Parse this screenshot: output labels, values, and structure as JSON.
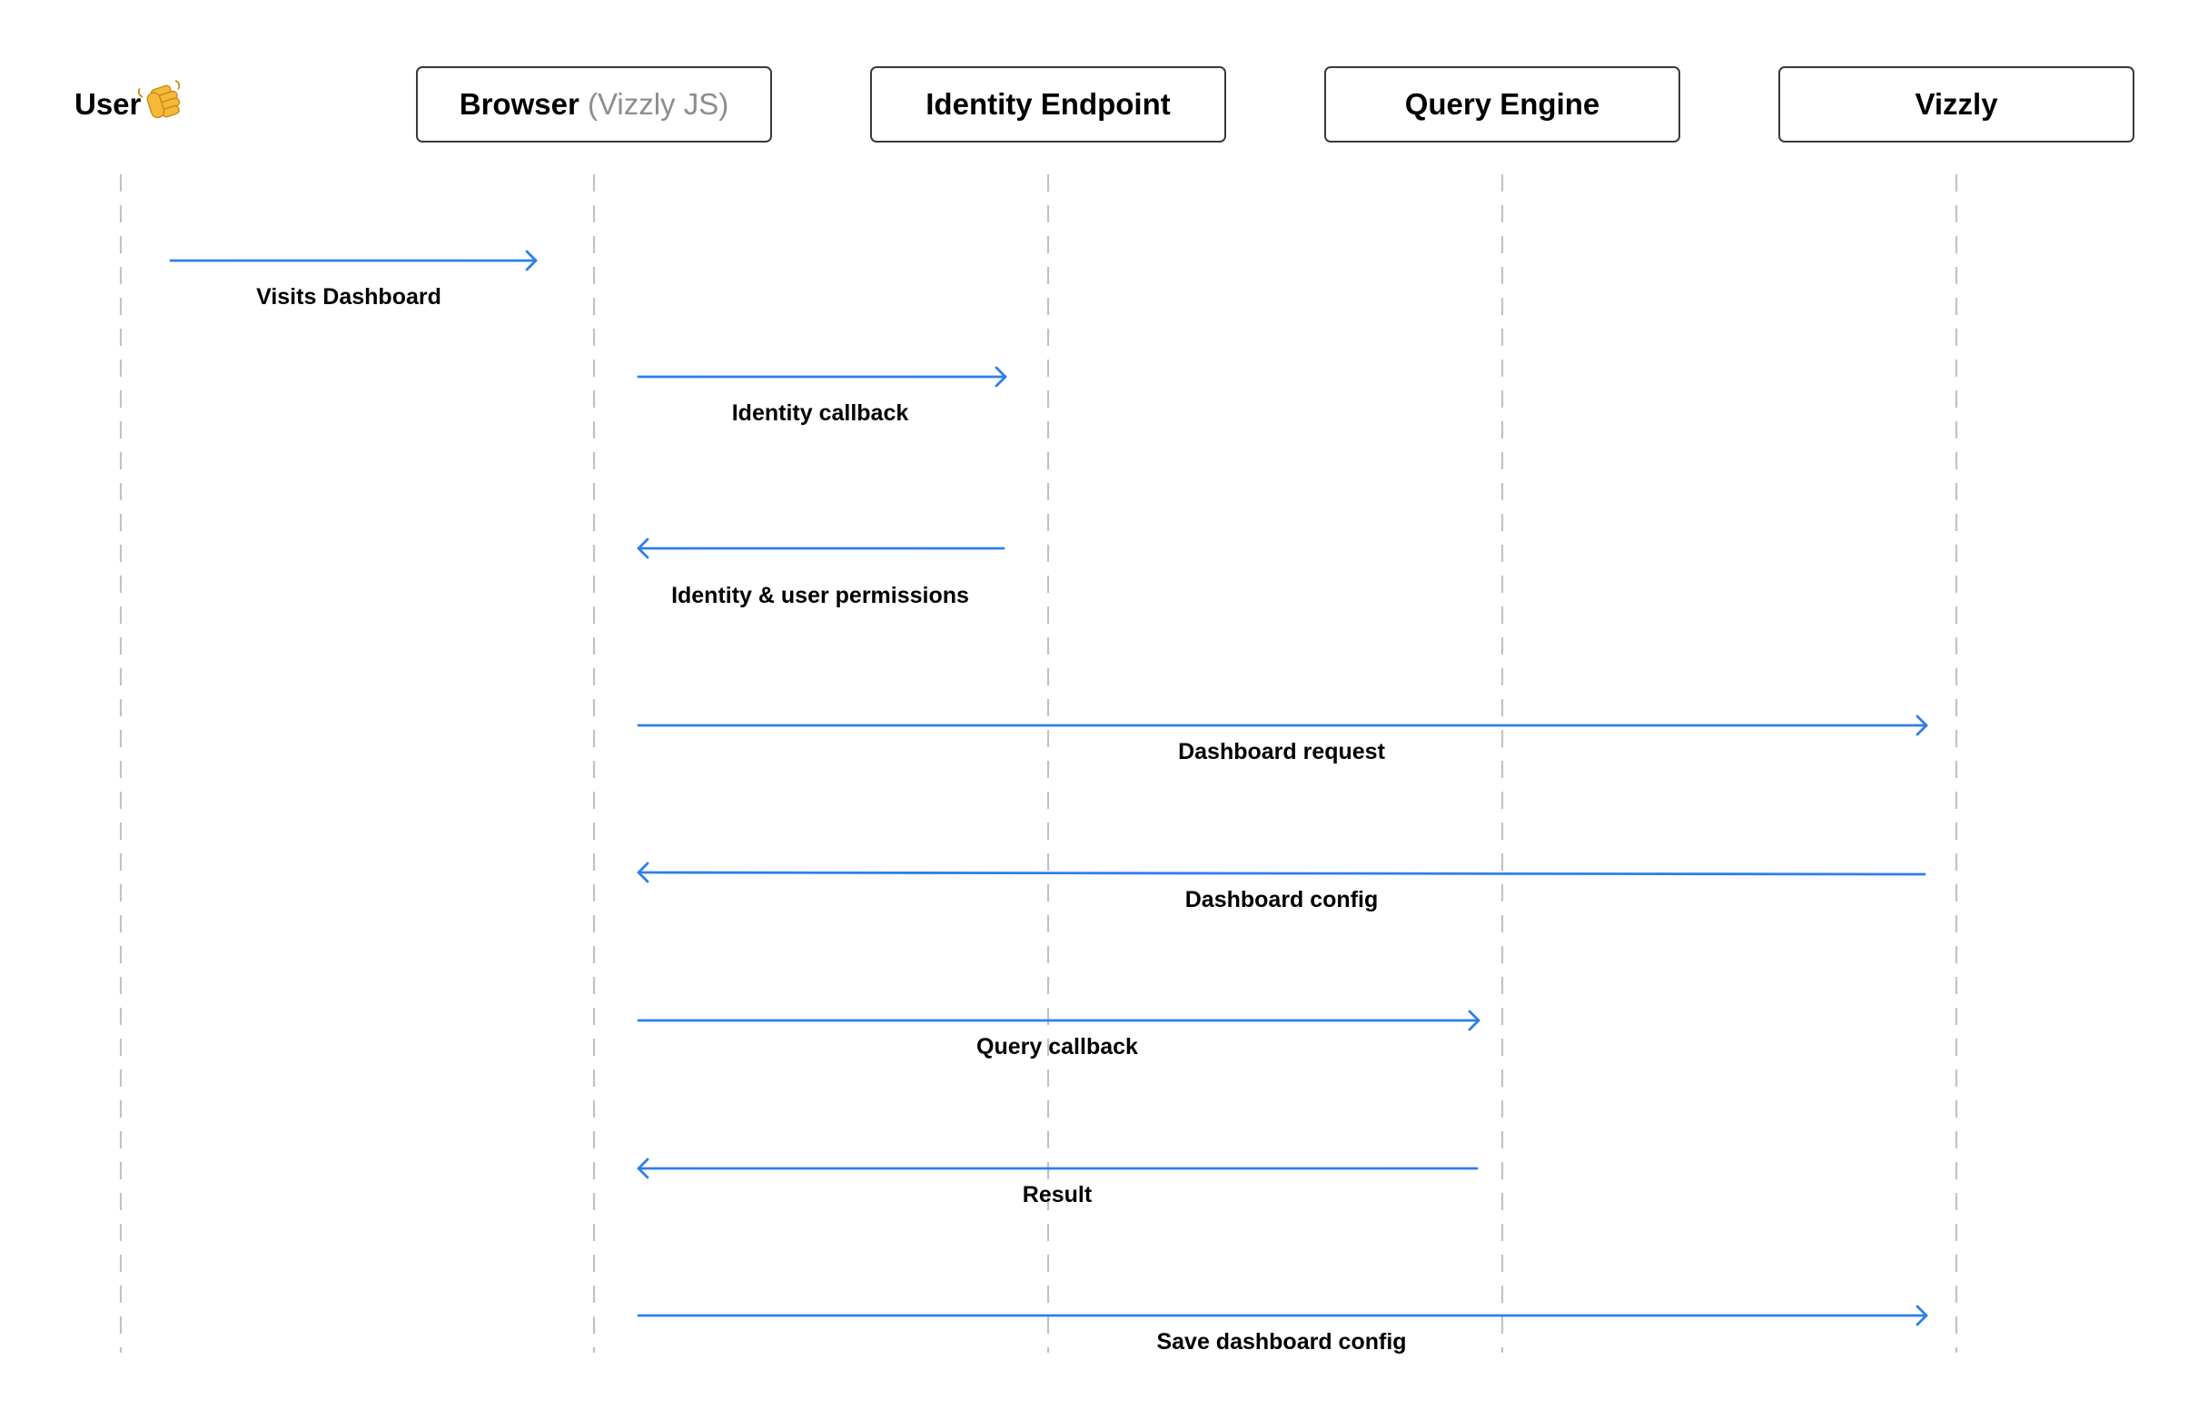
{
  "participants": [
    {
      "id": "user",
      "label": "User",
      "sublabel": "",
      "emoji": "wave-emoji",
      "boxed": false
    },
    {
      "id": "browser",
      "label": "Browser",
      "sublabel": "(Vizzly JS)",
      "boxed": true
    },
    {
      "id": "identity",
      "label": "Identity Endpoint",
      "sublabel": "",
      "boxed": true
    },
    {
      "id": "query",
      "label": "Query Engine",
      "sublabel": "",
      "boxed": true
    },
    {
      "id": "vizzly",
      "label": "Vizzly",
      "sublabel": "",
      "boxed": true
    }
  ],
  "messages": [
    {
      "from": "user",
      "to": "browser",
      "label": "Visits Dashboard"
    },
    {
      "from": "browser",
      "to": "identity",
      "label": "Identity callback"
    },
    {
      "from": "identity",
      "to": "browser",
      "label": "Identity & user permissions"
    },
    {
      "from": "browser",
      "to": "vizzly",
      "label": "Dashboard request"
    },
    {
      "from": "vizzly",
      "to": "browser",
      "label": "Dashboard config"
    },
    {
      "from": "browser",
      "to": "query",
      "label": "Query callback"
    },
    {
      "from": "query",
      "to": "browser",
      "label": "Result"
    },
    {
      "from": "browser",
      "to": "vizzly",
      "label": "Save dashboard config"
    }
  ],
  "colors": {
    "arrow": "#2f7fe8",
    "lifeline": "#c2c2c2",
    "box_border": "#3a3a3a",
    "sublabel": "#8d8d8d"
  }
}
